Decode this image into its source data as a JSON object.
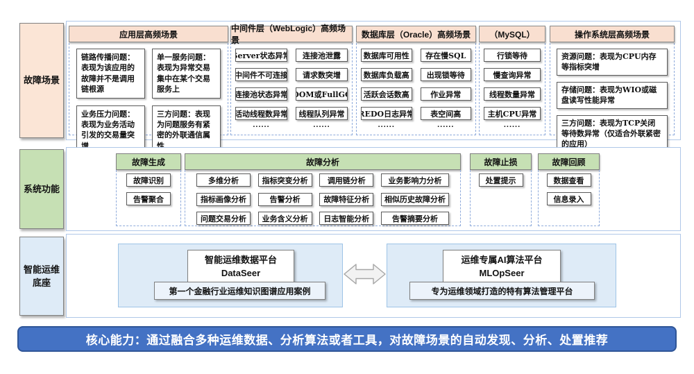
{
  "sidebar": {
    "fault": "故障场景",
    "functions": "系统功能",
    "base": "智能运维底座"
  },
  "ellipsis": "......",
  "fault_scenarios": {
    "columns": [
      {
        "title": "应用层高频场景",
        "items": [
          "链路传播问题：表现为该应用的故障并不是调用链根源",
          "单一服务问题：表现为异常交易集中在某个交易服务上",
          "业务压力问题：表现为业务活动引发的交易量突增",
          "三方问题：表现为问题服务有紧密的外联通信属性"
        ]
      },
      {
        "title": "中间件层（WebLogic）高频场景",
        "items": [
          "Server状态异常",
          "连接池泄露",
          "中间件不可连接",
          "请求数突增",
          "连接池状态异常",
          "OOM或FullGC",
          "活动线程数异常",
          "线程队列异常"
        ]
      },
      {
        "title": "数据库层（Oracle）高频场景",
        "items": [
          "数据库可用性",
          "存在慢SQL",
          "数据库负载高",
          "出现锁等待",
          "活跃会话数高",
          "作业异常",
          "REDO日志异常",
          "表空间高"
        ]
      },
      {
        "title": "（MySQL）",
        "items": [
          "行锁等待",
          "慢查询异常",
          "线程数量异常",
          "主机CPU异常"
        ]
      },
      {
        "title": "操作系统层高频场景",
        "items": [
          "资源问题：表现为CPU内存等指标突增",
          "存储问题：表现为WIO或磁盘读写性能异常",
          "三方问题：表现为TCP关闭等待数异常（仅适合外联紧密的应用）"
        ]
      }
    ]
  },
  "system_functions": {
    "groups": [
      {
        "title": "故障生成",
        "items": [
          "故障识别",
          "告警聚合"
        ]
      },
      {
        "title": "故障分析",
        "items": [
          "多维分析",
          "指标突变分析",
          "调用链分析",
          "业务影响力分析",
          "指标画像分析",
          "告警分析",
          "故障特征分析",
          "相似历史故障分析",
          "问题交易分析",
          "业务含义分析",
          "日志智能分析",
          "告警摘要分析"
        ]
      },
      {
        "title": "故障止损",
        "items": [
          "处置提示"
        ]
      },
      {
        "title": "故障回顾",
        "items": [
          "数据查看",
          "信息录入"
        ]
      }
    ]
  },
  "aiops_base": {
    "left": {
      "title": "智能运维数据平台",
      "name": "DataSeer",
      "subtitle": "第一个金融行业运维知识图谱应用案例"
    },
    "right": {
      "title": "运维专属AI算法平台",
      "name": "MLOpSeer",
      "subtitle": "专为运维领域打造的特有算法管理平台"
    }
  },
  "footer": {
    "text": "核心能力：通过融合多种运维数据、分析算法或者工具，对故障场景的自动发现、分析、处置推荐"
  },
  "colors": {
    "peach_tab": "#FBE5D6",
    "peach_header": "#F9DFD0",
    "green": "#C6E0B4",
    "light_blue": "#DEEBF7",
    "footer_blue": "#4472C4",
    "footer_border": "#2F5597",
    "dashed_border": "#8EAADB",
    "container_border": "#AFC7E8"
  }
}
